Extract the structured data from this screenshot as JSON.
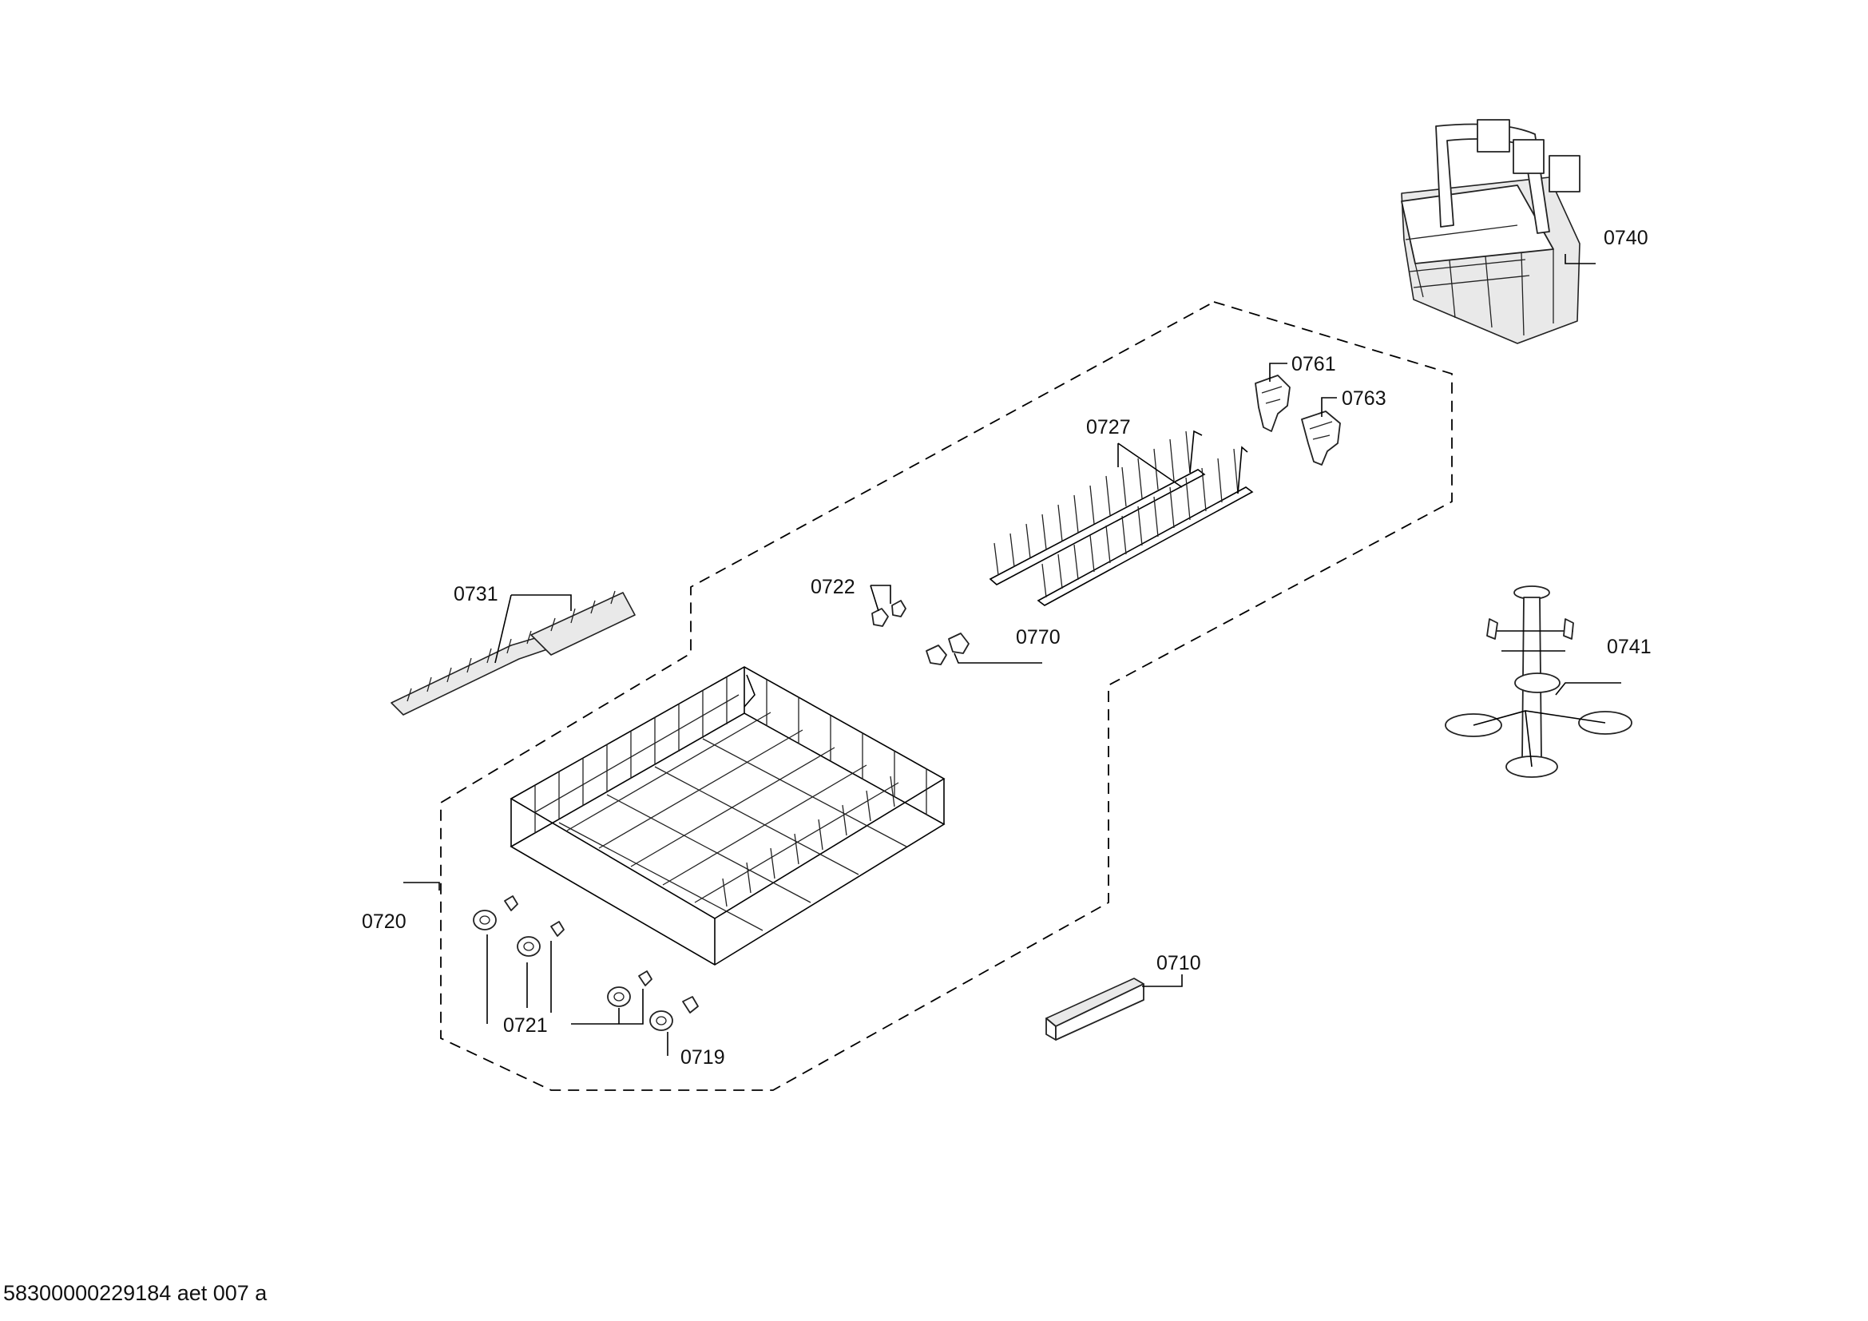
{
  "document_number": "58300000229184 aet 007 a",
  "labels": {
    "l0740": "0740",
    "l0761": "0761",
    "l0763": "0763",
    "l0727": "0727",
    "l0722": "0722",
    "l0770": "0770",
    "l0731": "0731",
    "l0741": "0741",
    "l0720": "0720",
    "l0721": "0721",
    "l0719": "0719",
    "l0710": "0710"
  }
}
